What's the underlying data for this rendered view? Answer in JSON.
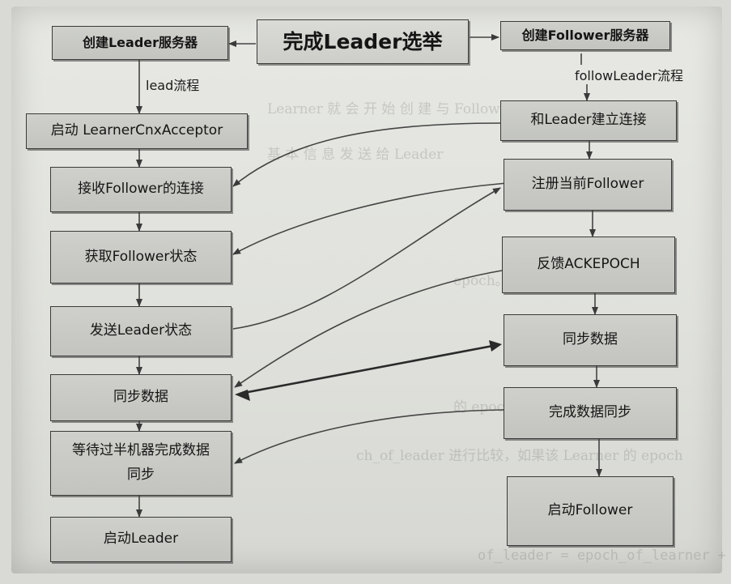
{
  "title": "完成Leader选举",
  "leader_server": "创建Leader服务器",
  "follower_server": "创建Follower服务器",
  "lead_flow": "lead流程",
  "follow_flow": "followLeader流程",
  "leader_steps": [
    "启动 LearnerCnxAcceptor",
    "接收Follower的连接",
    "获取Follower状态",
    "发送Leader状态",
    "同步数据",
    "等待过半机器完成数据同步",
    "启动Leader"
  ],
  "follower_steps": [
    "和Leader建立连接",
    "注册当前Follower",
    "反馈ACKEPOCH",
    "同步数据",
    "完成数据同步",
    "启动Follower"
  ],
  "colors": {
    "box": "#c8c9c4",
    "border": "#3a3a3a",
    "line": "#444444"
  }
}
